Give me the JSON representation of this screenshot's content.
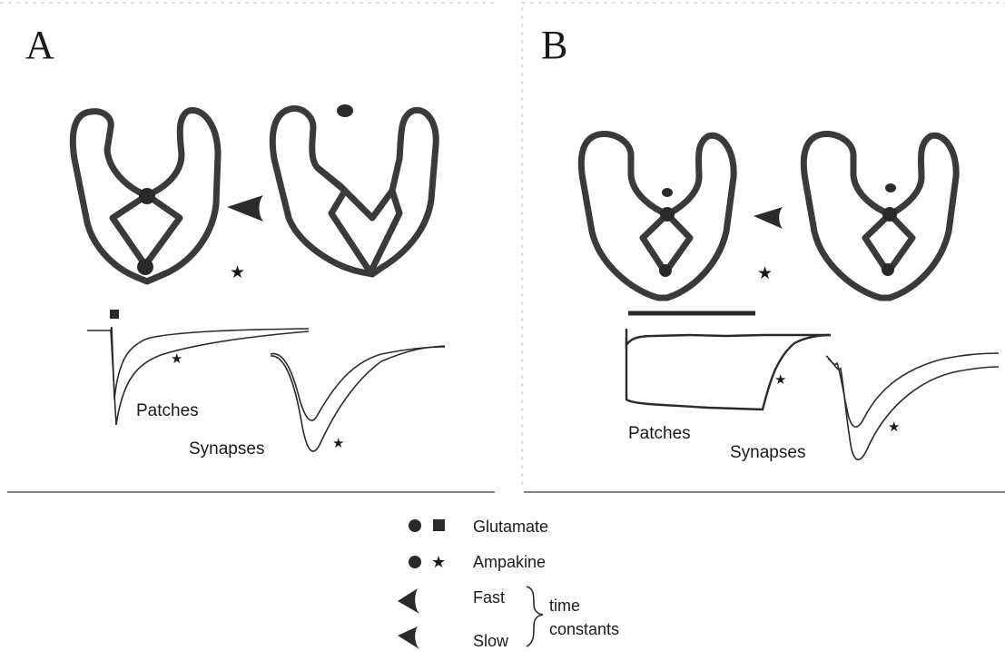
{
  "panels": {
    "a": {
      "letter": "A",
      "patches_label": "Patches",
      "synapses_label": "Synapses",
      "star": "★"
    },
    "b": {
      "letter": "B",
      "patches_label": "Patches",
      "synapses_label": "Synapses",
      "star": "★"
    }
  },
  "legend": {
    "glutamate": "Glutamate",
    "ampakine": "Ampakine",
    "fast": "Fast",
    "slow": "Slow",
    "time": "time",
    "constants": "constants",
    "star": "★"
  },
  "icons": [
    "receptor-closed-icon",
    "receptor-open-icon",
    "transition-arrow-icon",
    "glutamate-dot-icon",
    "glutamate-square-icon",
    "ampakine-dot-icon",
    "ampakine-star-icon",
    "brace-icon"
  ],
  "colors": {
    "ink": "#2a2a2a",
    "outline": "#3a3a3a"
  }
}
